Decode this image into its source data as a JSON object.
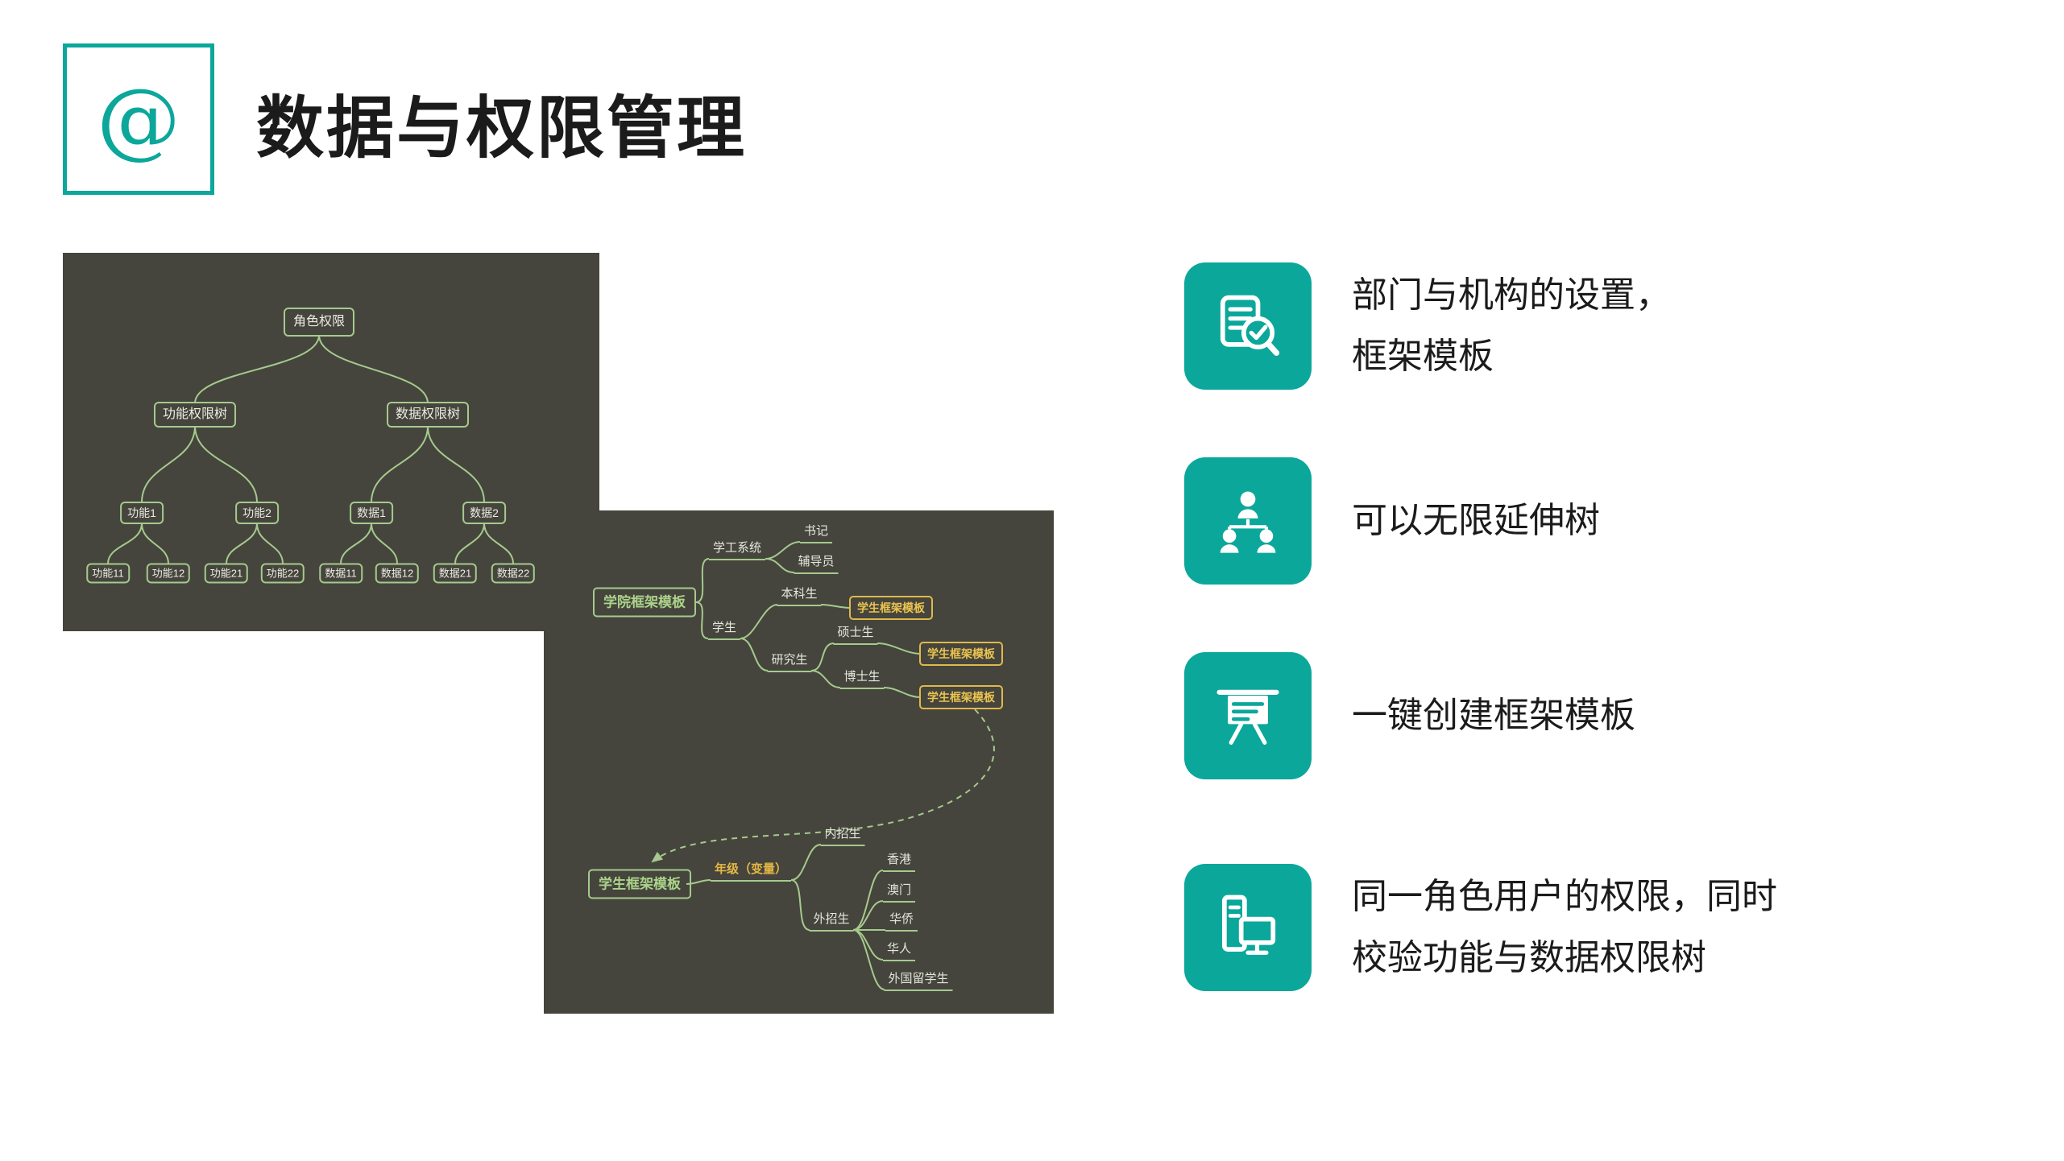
{
  "header": {
    "at_symbol": "@",
    "title": "数据与权限管理"
  },
  "colors": {
    "accent_teal": "#0BA79B",
    "panel_background": "#45453D",
    "tree_line_green": "#A6CA8D",
    "node_green_text": "#ABD389",
    "highlight_yellow": "#ECC44F",
    "highlight_orange": "#E5B744"
  },
  "panel1": {
    "root": "角色权限",
    "level2": [
      "功能权限树",
      "数据权限树"
    ],
    "level3": [
      "功能1",
      "功能2",
      "数据1",
      "数据2"
    ],
    "level4": [
      "功能11",
      "功能12",
      "功能21",
      "功能22",
      "数据11",
      "数据12",
      "数据21",
      "数据22"
    ]
  },
  "panel2": {
    "college_template": "学院框架模板",
    "student_affairs": "学工系统",
    "secretary": "书记",
    "counselor": "辅导员",
    "student": "学生",
    "undergraduate": "本科生",
    "master": "硕士生",
    "graduate": "研究生",
    "doctor": "博士生",
    "student_template_1": "学生框架模板",
    "student_template_2": "学生框架模板",
    "student_template_3": "学生框架模板",
    "student_template_main": "学生框架模板",
    "grade_variable": "年级（变量）",
    "internal_admission": "内招生",
    "external_admission": "外招生",
    "hongkong": "香港",
    "macau": "澳门",
    "overseas_chinese": "华侨",
    "ethnic_chinese": "华人",
    "foreign_students": "外国留学生"
  },
  "features": [
    {
      "icon": "document-check-icon",
      "text": "部门与机构的设置，\n框架模板"
    },
    {
      "icon": "org-tree-icon",
      "text": "可以无限延伸树"
    },
    {
      "icon": "presentation-board-icon",
      "text": "一键创建框架模板"
    },
    {
      "icon": "server-monitor-icon",
      "text": "同一角色用户的权限，同时\n校验功能与数据权限树"
    }
  ]
}
